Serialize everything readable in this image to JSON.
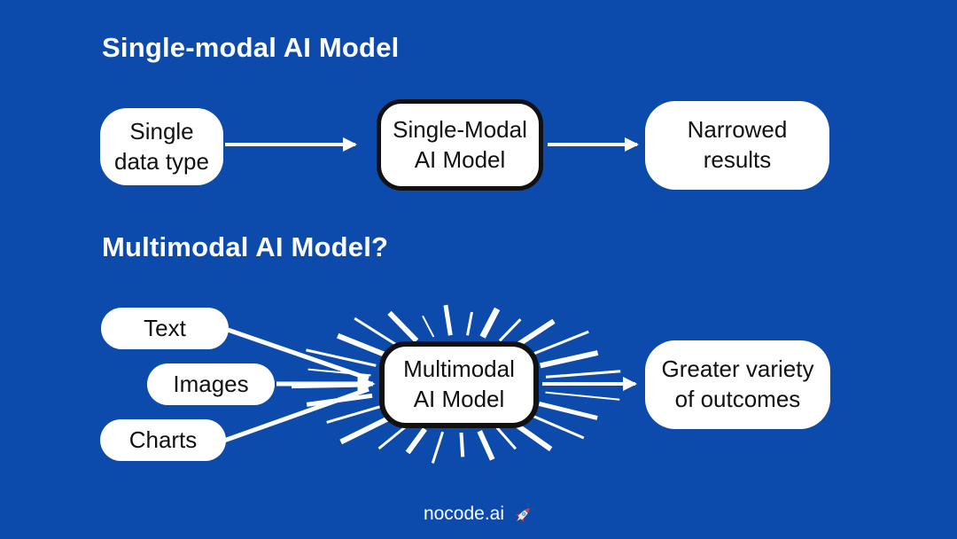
{
  "colors": {
    "background": "#0c4aab",
    "box_fill": "#ffffff",
    "box_text": "#111111",
    "title_text": "#ffffff",
    "arrow": "#ffffff",
    "model_border": "#111111"
  },
  "sections": [
    {
      "title": "Single-modal AI Model",
      "source": {
        "lines": [
          "Single",
          "data type"
        ]
      },
      "model": {
        "lines": [
          "Single-Modal",
          "AI Model"
        ]
      },
      "result": {
        "lines": [
          "Narrowed",
          "results"
        ]
      }
    },
    {
      "title": "Multimodal AI Model?",
      "inputs": [
        {
          "label": "Text"
        },
        {
          "label": "Images"
        },
        {
          "label": "Charts"
        }
      ],
      "model": {
        "lines": [
          "Multimodal",
          "AI Model"
        ]
      },
      "result": {
        "lines": [
          "Greater variety",
          "of outcomes"
        ]
      }
    }
  ],
  "footer": {
    "brand": "nocode.ai",
    "rocket_icon": "rocket"
  }
}
